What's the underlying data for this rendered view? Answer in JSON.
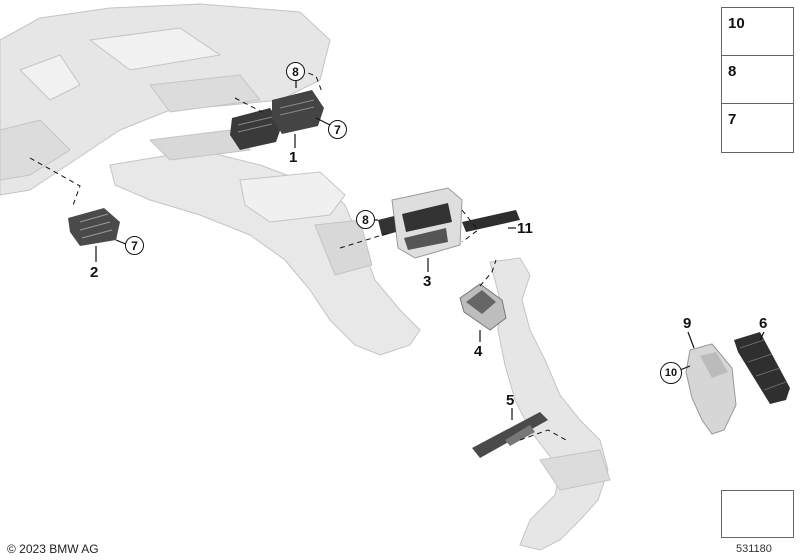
{
  "callouts": {
    "c1": "1",
    "c2": "2",
    "c3": "3",
    "c4": "4",
    "c5": "5",
    "c6": "6",
    "c9": "9",
    "c11": "11"
  },
  "circled": {
    "c8_top": "8",
    "c7_top": "7",
    "c7_left": "7",
    "c8_mid": "8",
    "c10_right": "10"
  },
  "legend": {
    "items": [
      {
        "number": "10",
        "icon": "hex-nut-icon"
      },
      {
        "number": "8",
        "icon": "screw-icon"
      },
      {
        "number": "7",
        "icon": "clip-icon"
      }
    ]
  },
  "nav_icon": "arrow-box-icon",
  "diagram_id": "531180",
  "copyright": "© 2023 BMW AG",
  "colors": {
    "part_fill": "#e4e4e4",
    "part_stroke": "#b8b8b8",
    "dark_part": "#3a3a3a",
    "line": "#111111"
  }
}
